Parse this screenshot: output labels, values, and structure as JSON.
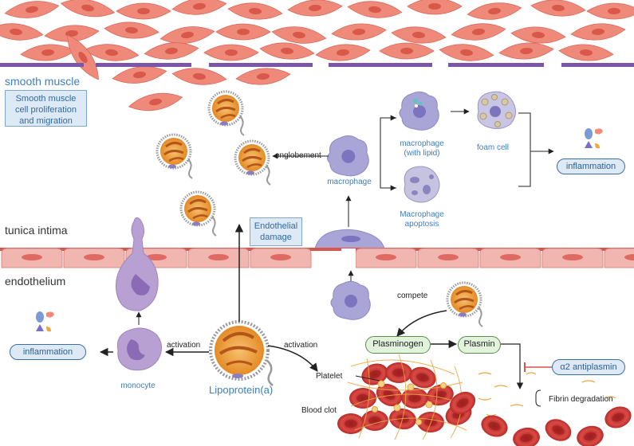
{
  "labels": {
    "smooth_muscle": "smooth muscle",
    "smooth_muscle_box": "Smooth muscle cell proliferation and migration",
    "tunica_intima": "tunica intima",
    "endothelium": "endothelium",
    "englobement": "englobement",
    "macrophage": "macrophage",
    "macrophage_lipid": "macrophage (with lipid)",
    "foam_cell": "foam cell",
    "macrophage_apoptosis": "Macrophage apoptosis",
    "inflammation_right": "inflammation",
    "endothelial_damage": "Endothelial damage",
    "inflammation_left": "inflammation",
    "activation_left": "activation",
    "activation_right": "activation",
    "monocyte": "monocyte",
    "lipoprotein": "Lipoprotein(a)",
    "compete": "compete",
    "plasminogen": "Plasminogen",
    "plasmin": "Plasmin",
    "platelet": "Platelet",
    "antiplasmin": "α2 antiplasmin",
    "fibrin_degradation": "Fibrin degradation",
    "blood_clot": "Blood clot"
  },
  "colors": {
    "smooth_muscle_cell": "#ef8a7a",
    "membrane": "#7a55a8",
    "macrophage": "#a9a5d6",
    "endothelial_cell": "#f2b6b0",
    "red_blood_cell": "#c9302c",
    "lipoprotein_core": "#f0a640",
    "label_blue": "#3d7fc0"
  }
}
